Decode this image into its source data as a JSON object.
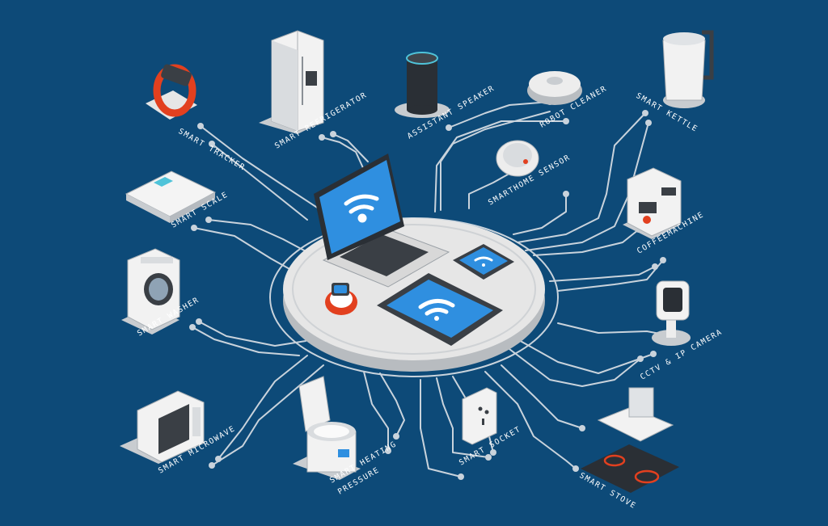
{
  "colors": {
    "background": "#0d4a78",
    "line": "#c9d3dc",
    "accent_red": "#e2401f",
    "screen_blue": "#2f8fe0",
    "platform": "#e6e6e6"
  },
  "devices": {
    "smart_tracker": "SMART TRACKER",
    "smart_refrigerator": "SMART REFRIGERATOR",
    "assistant_speaker": "ASSISTANT SPEAKER",
    "robot_cleaner": "ROBOT CLEANER",
    "smart_kettle": "SMART KETTLE",
    "smart_scale": "SMART SCALE",
    "smarthome_sensor": "SMARTHOME SENSOR",
    "coffeemachine": "COFFEEMACHINE",
    "smart_washer": "SMART WASHER",
    "cctv_camera": "CCTV & IP CAMERA",
    "smart_microwave": "SMART MICROWAVE",
    "smart_heating_line1": "SMART HEATING",
    "smart_heating_line2": "PRESSURE",
    "smart_socket": "SMART SOCKET",
    "smart_stove": "SMART STOVE"
  },
  "icons": {
    "center_devices": [
      "laptop-icon",
      "tablet-icon",
      "smartphone-icon",
      "smartwatch-icon"
    ],
    "signal": "wifi-icon"
  }
}
